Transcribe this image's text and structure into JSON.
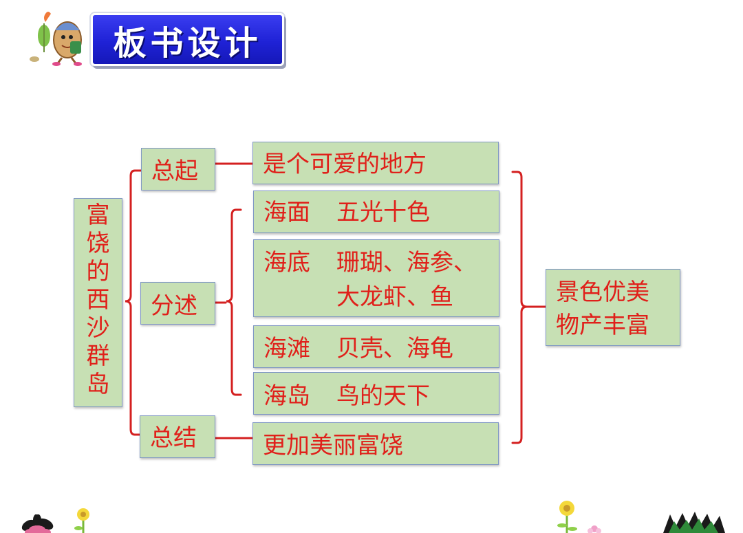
{
  "header": {
    "title": "板书设计",
    "mascot_icon": "walking-egg-mascot-icon"
  },
  "diagram": {
    "root": [
      "富",
      "饶",
      "的",
      "西",
      "沙",
      "群",
      "岛"
    ],
    "branches": {
      "intro": "总起",
      "details": "分述",
      "summary": "总结"
    },
    "intro_item": "是个可爱的地方",
    "details_items": [
      {
        "topic": "海面",
        "desc": "五光十色"
      },
      {
        "topic": "海底",
        "desc": "珊瑚、海参、",
        "desc2": "大龙虾、鱼"
      },
      {
        "topic": "海滩",
        "desc": "贝壳、海龟"
      },
      {
        "topic": "海岛",
        "desc": "鸟的天下"
      }
    ],
    "summary_item": "更加美丽富饶",
    "conclusion": [
      "景色优美",
      "物产丰富"
    ]
  },
  "colors": {
    "box_fill": "#c7e0b4",
    "box_border": "#7f97c4",
    "text": "#e0201a",
    "connector": "#d42020",
    "badge": "#2225d8"
  },
  "decorations": [
    "flower-icon",
    "sunflower-icon",
    "grass-icon"
  ]
}
